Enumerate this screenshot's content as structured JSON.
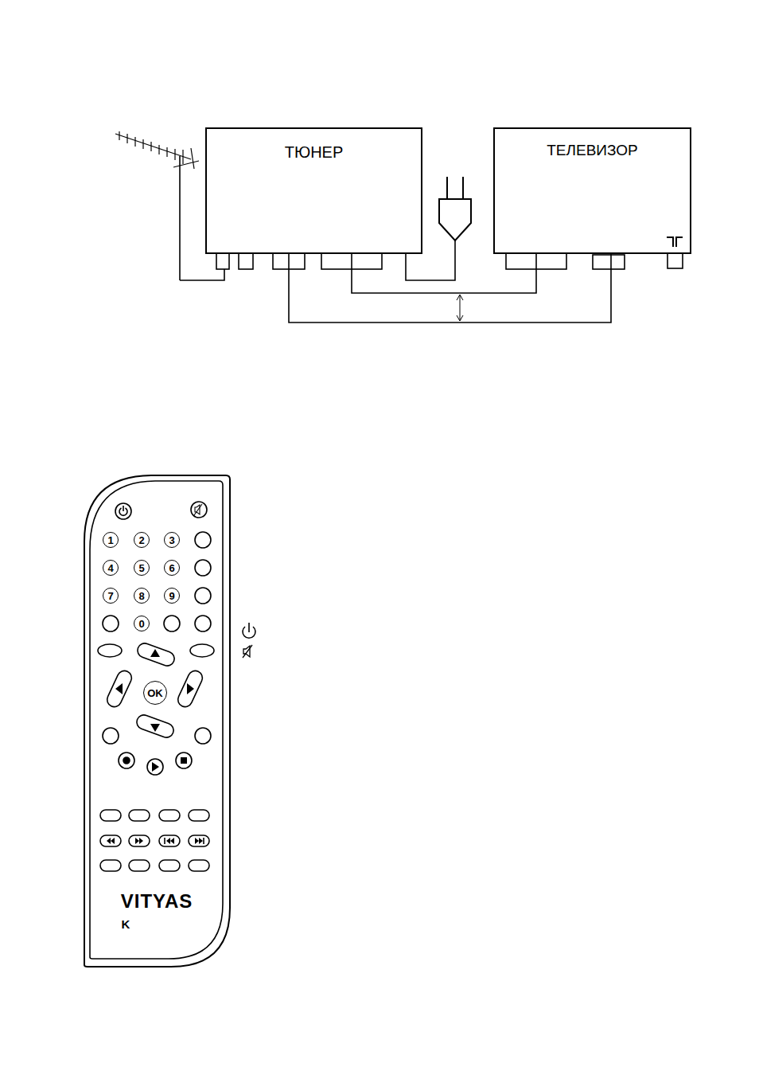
{
  "diagram": {
    "nodes": [
      {
        "text": [
          "ТЮНЕР"
        ]
      },
      {
        "text": [
          "ТЕЛЕВИЗОР"
        ]
      },
      {
        "text": [
          "VITYAS",
          "K"
        ]
      },
      {
        "text": [
          "1"
        ],
        "in": 2
      },
      {
        "text": [
          "2"
        ],
        "in": 2
      },
      {
        "text": [
          "3"
        ],
        "in": 2
      },
      {
        "text": [
          "4"
        ],
        "in": 2
      },
      {
        "text": [
          "5"
        ],
        "in": 2
      },
      {
        "text": [
          "6"
        ],
        "in": 2
      },
      {
        "text": [
          "7"
        ],
        "in": 2
      },
      {
        "text": [
          "8"
        ],
        "in": 2
      },
      {
        "text": [
          "9"
        ],
        "in": 2
      },
      {
        "text": [
          "0"
        ],
        "in": 2
      },
      {
        "text": [
          "OK"
        ],
        "in": 2
      }
    ],
    "edges": [
      {
        "from": 0,
        "to": 1,
        "arrow": "none"
      },
      {
        "from": 0,
        "to": 1,
        "arrow": "none"
      }
    ]
  }
}
